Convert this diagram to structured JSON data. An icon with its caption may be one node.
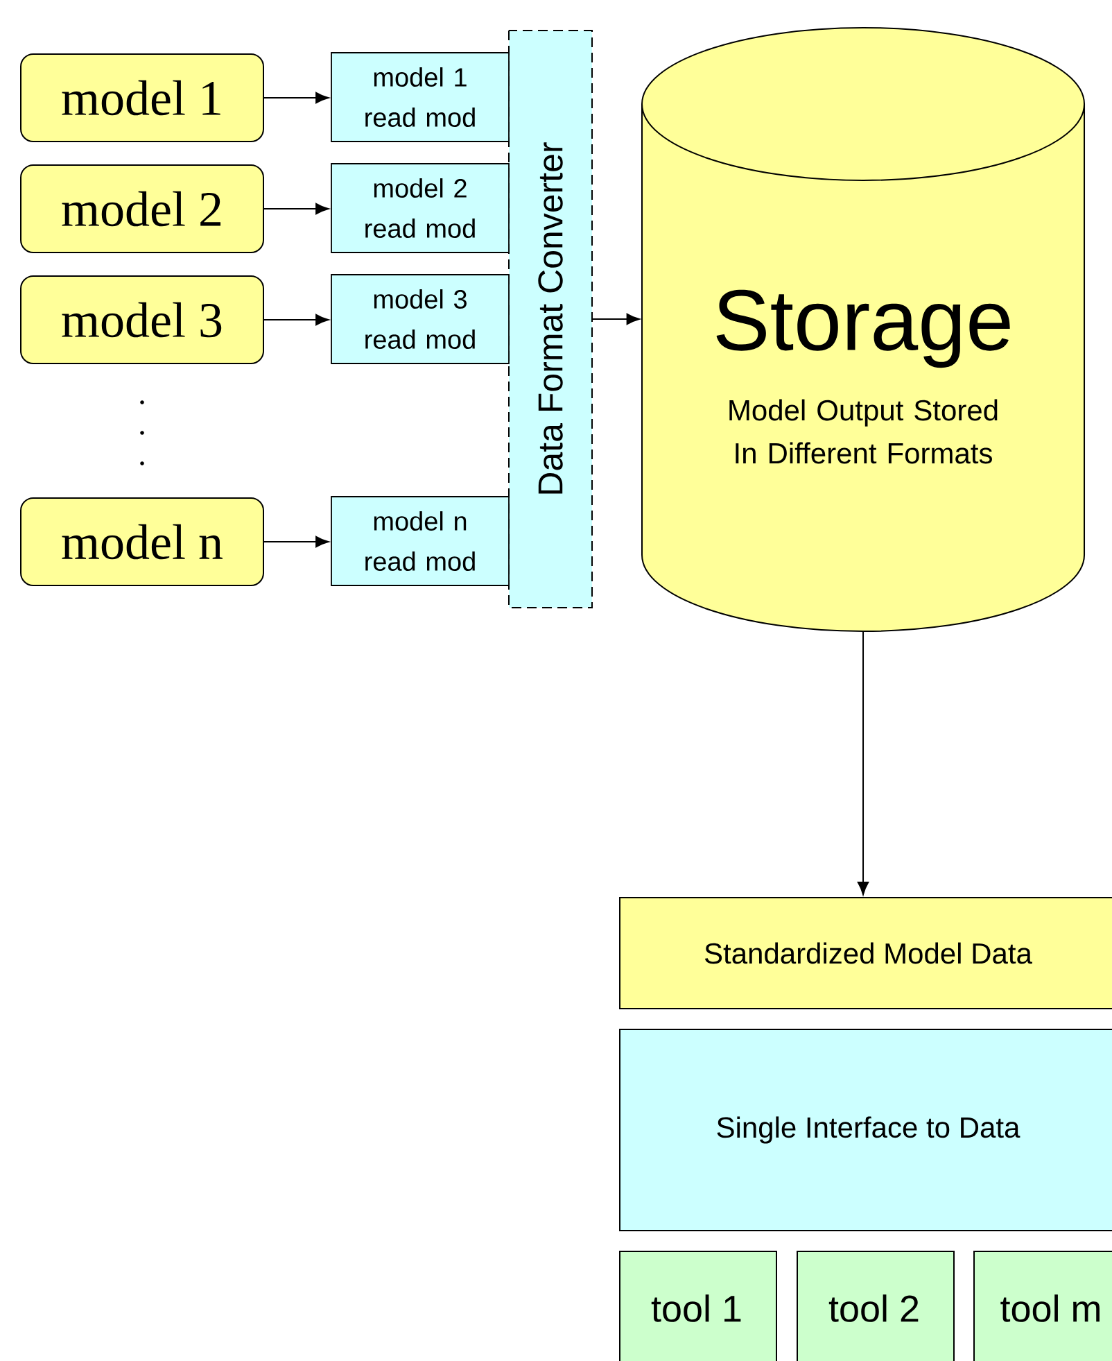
{
  "diagram": {
    "nodes": [
      {
        "text": [
          "model 1"
        ]
      },
      {
        "text": [
          "model 2"
        ]
      },
      {
        "text": [
          "model 3"
        ]
      },
      {
        "text": [
          "model n"
        ]
      },
      {
        "text": [
          "Data Format Converter"
        ]
      },
      {
        "text": [
          "model 1 read mod"
        ]
      },
      {
        "text": [
          "model 2 read mod"
        ]
      },
      {
        "text": [
          "model 3 read mod"
        ]
      },
      {
        "text": [
          "model n read mod"
        ]
      },
      {
        "text": [
          "Storage",
          "Model Output Stored In Different Formats"
        ]
      },
      {
        "text": [
          "Standardized Model Data"
        ]
      },
      {
        "text": [
          "Single Interface to Data"
        ]
      },
      {
        "text": [
          "tool 1"
        ]
      },
      {
        "text": [
          "tool 2"
        ]
      },
      {
        "text": [
          "tool m"
        ]
      }
    ],
    "edges": [
      {
        "from": 0,
        "to": 5,
        "arrow": "to"
      },
      {
        "from": 1,
        "to": 6,
        "arrow": "to"
      },
      {
        "from": 2,
        "to": 7,
        "arrow": "to"
      },
      {
        "from": 3,
        "to": 8,
        "arrow": "to"
      },
      {
        "from": 4,
        "to": 9,
        "arrow": "to"
      },
      {
        "from": 9,
        "to": 10,
        "arrow": "to"
      }
    ]
  }
}
